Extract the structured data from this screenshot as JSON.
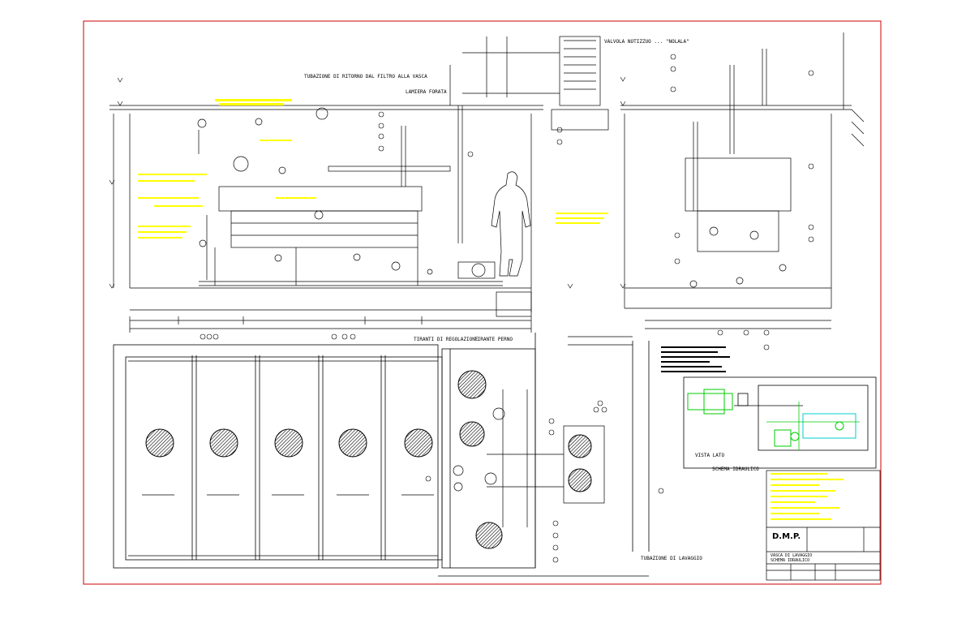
{
  "drawing": {
    "labels": {
      "schema_idraulico": "SCHEMA IDRAULICO",
      "tubazione_ritorno": "TUBAZIONE DI RITORNO DAL FILTRO ALLA VASCA",
      "lamiera_forata": "LAMIERA FORATA",
      "valvola_notizzuo": "VALVOLA NOTIZZUO ... \"NOLALA\"",
      "tiranti_regolazione": "TIRANTI DI REGOLAZIONE",
      "tirante_perno": "TIRANTE PERNO",
      "valvola_fondo": "TUBAZIONE DI LAVAGGIO",
      "vista_lato": "VISTA LATO"
    },
    "title_block": {
      "company_logo": "D.M.P.",
      "title_line1": "VASCA DI LAVAGGIO",
      "title_line2": "SCHEMA IDRAULICO"
    },
    "colors": {
      "frame": "#cc0000",
      "lines": "#000000",
      "annotation": "#ffff00",
      "scheme_green": "#00cc00",
      "scheme_cyan": "#00cccc"
    }
  }
}
